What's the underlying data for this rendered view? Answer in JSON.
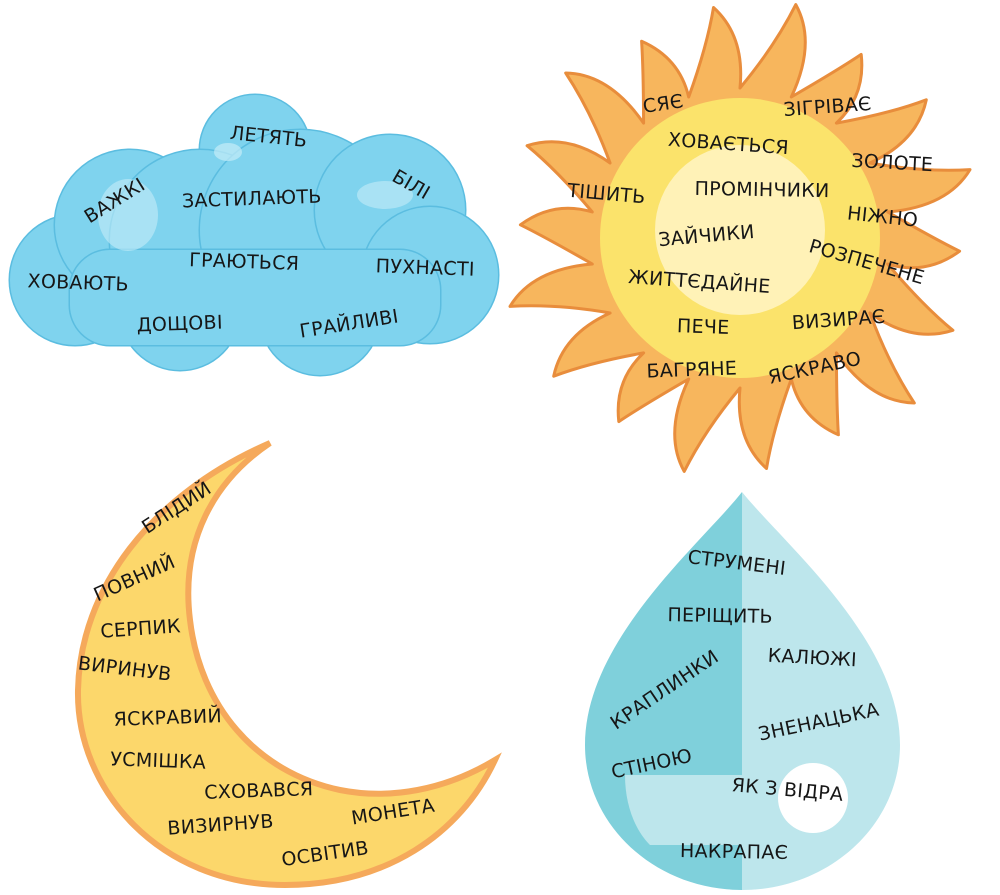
{
  "cloud": {
    "colors": {
      "fill": "#7fd3ee",
      "outline": "#5bbde0",
      "highlight": "#c4ecf8"
    },
    "words": [
      "ЛЕТЯТЬ",
      "ВАЖКІ",
      "ЗАСТИЛАЮТЬ",
      "БІЛІ",
      "ГРАЮТЬСЯ",
      "ХОВАЮТЬ",
      "ПУХНАСТІ",
      "ДОЩОВІ",
      "ГРАЙЛИВІ"
    ]
  },
  "sun": {
    "colors": {
      "rays": "#f7b65d",
      "outline": "#e88d3c",
      "glow": "#fbe36b",
      "core": "#fff5c4"
    },
    "words": [
      "СЯЄ",
      "ЗІГРІВАЄ",
      "ХОВАЄТЬСЯ",
      "ЗОЛОТЕ",
      "ТІШИТЬ",
      "ПРОМІНЧИКИ",
      "НІЖНО",
      "ЗАЙЧИКИ",
      "РОЗПЕЧЕНЕ",
      "ЖИТТЄДАЙНЕ",
      "ПЕЧЕ",
      "ВИЗИРАЄ",
      "БАГРЯНЕ",
      "ЯСКРАВО"
    ]
  },
  "moon": {
    "colors": {
      "fill": "#fcd76b",
      "outline": "#f5a95b"
    },
    "words": [
      "БЛІДИЙ",
      "ПОВНИЙ",
      "СЕРПИК",
      "ВИРИНУВ",
      "ЯСКРАВИЙ",
      "УСМІШКА",
      "СХОВАВСЯ",
      "ВИЗИРНУВ",
      "МОНЕТА",
      "ОСВІТИВ"
    ]
  },
  "drop": {
    "colors": {
      "dark": "#7fd0db",
      "light": "#bde6ec",
      "hole": "#ffffff"
    },
    "words": [
      "СТРУМЕНІ",
      "ПЕРІЩИТЬ",
      "КАЛЮЖІ",
      "КРАПЛИНКИ",
      "ЗНЕНАЦЬКА",
      "СТІНОЮ",
      "ЯК З ВІДРА",
      "НАКРАПАЄ"
    ]
  }
}
